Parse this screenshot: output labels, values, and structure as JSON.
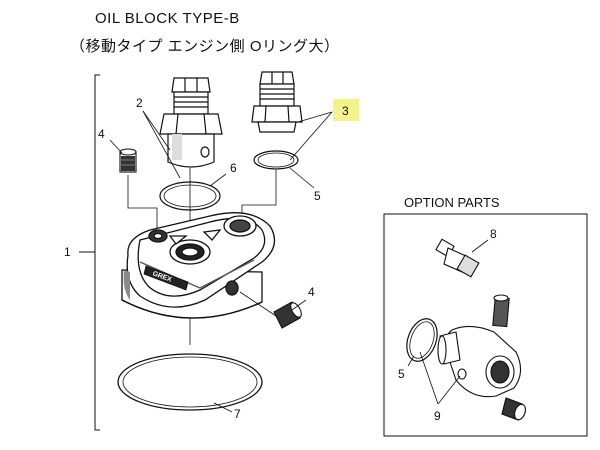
{
  "header": {
    "title": "OIL BLOCK TYPE-B",
    "subtitle": "（移動タイプ エンジン側 Oリング大）"
  },
  "option_panel": {
    "title": "OPTION PARTS"
  },
  "callouts": {
    "part_1": "1",
    "part_2": "2",
    "part_3": "3",
    "part_4_top": "4",
    "part_4_side": "4",
    "part_5_main": "5",
    "part_5_option": "5",
    "part_6": "6",
    "part_7": "7",
    "part_8": "8",
    "part_9": "9"
  },
  "logo": {
    "text": "GREX"
  },
  "colors": {
    "highlight": "#f4f28c",
    "line": "#111111",
    "shade": "#8a8a8a"
  }
}
